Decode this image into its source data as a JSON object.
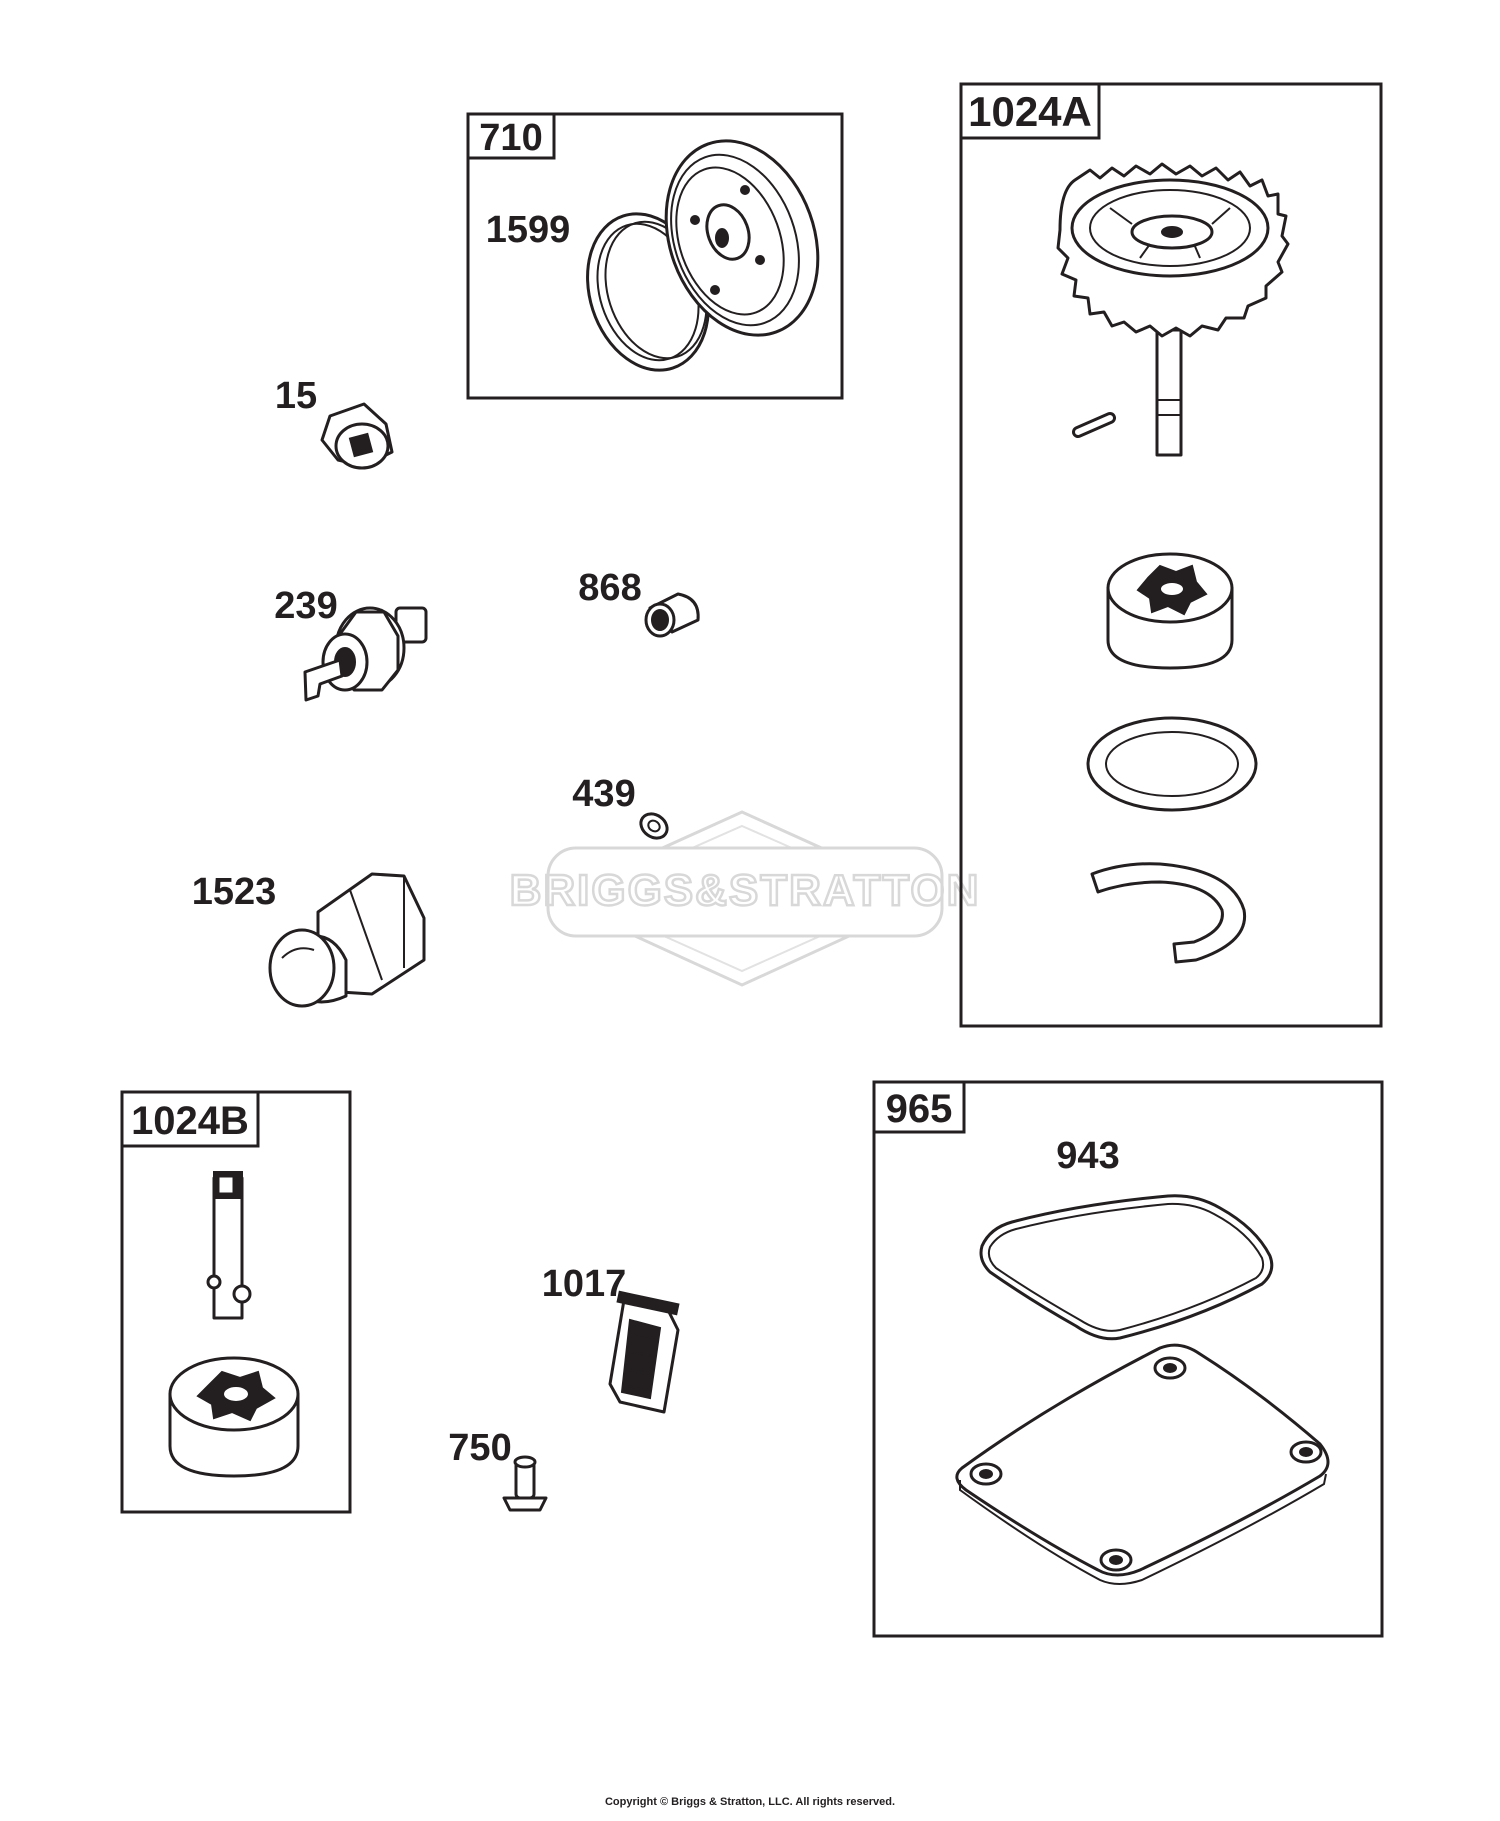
{
  "diagram": {
    "boxes": {
      "b710": "710",
      "b1024A": "1024A",
      "b1024B": "1024B",
      "b965": "965"
    },
    "parts": {
      "p1599": "1599",
      "p15": "15",
      "p239": "239",
      "p868": "868",
      "p439": "439",
      "p1523": "1523",
      "p1017": "1017",
      "p750": "750",
      "p943": "943"
    },
    "watermark": "BRIGGS&STRATTON",
    "copyright": "Copyright © Briggs & Stratton, LLC. All rights reserved."
  }
}
